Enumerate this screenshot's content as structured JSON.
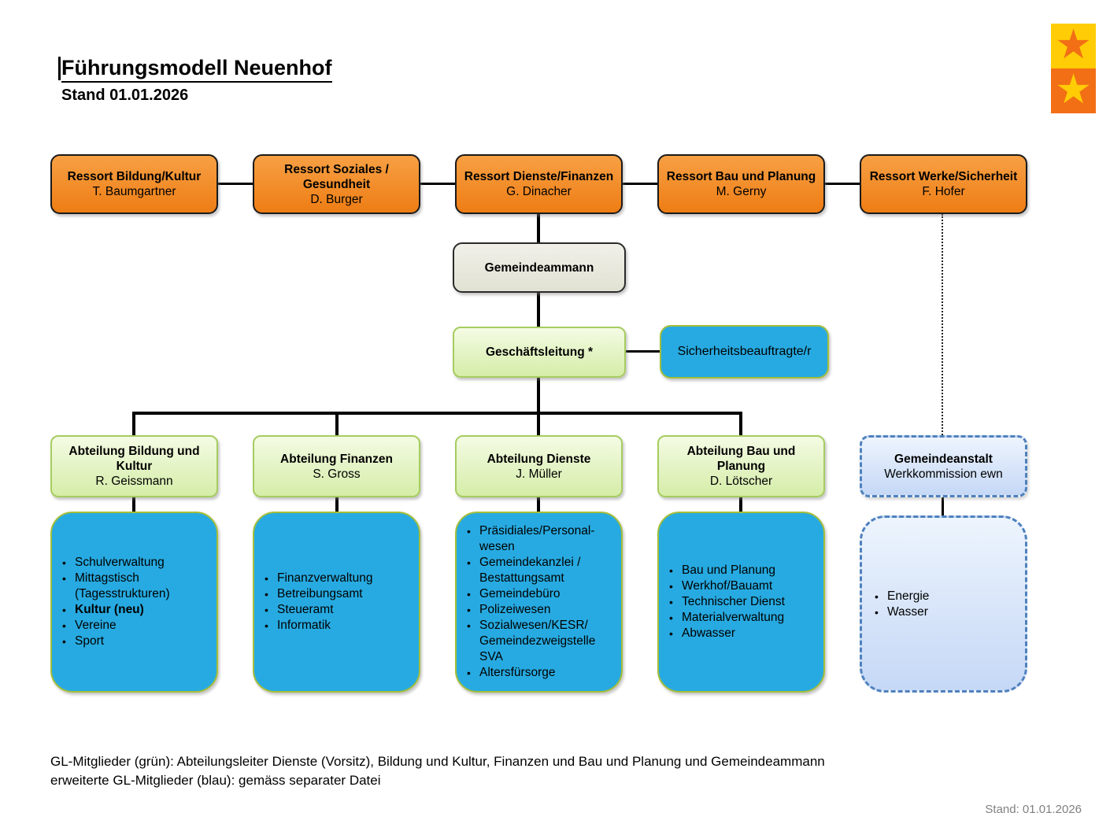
{
  "header": {
    "title": "Führungsmodell Neuenhof",
    "subtitle": "Stand 01.01.2026"
  },
  "logo": {
    "star_glyph": "★"
  },
  "ressorts": [
    {
      "title": "Ressort Bildung/Kultur",
      "person": "T. Baumgartner"
    },
    {
      "title": "Ressort Soziales / Gesundheit",
      "person": "D. Burger"
    },
    {
      "title": "Ressort Dienste/Finanzen",
      "person": "G. Dinacher"
    },
    {
      "title": "Ressort Bau und Planung",
      "person": "M. Gerny"
    },
    {
      "title": "Ressort Werke/Sicherheit",
      "person": "F. Hofer"
    }
  ],
  "gemeindeammann": {
    "title": "Gemeindeammann"
  },
  "geschaeftsleitung": {
    "title": "Geschäftsleitung *"
  },
  "sicherheitsbeauftragte": {
    "title": "Sicherheitsbeauftragte/r"
  },
  "abteilungen": [
    {
      "title": "Abteilung Bildung und Kultur",
      "person": "R. Geissmann",
      "items": [
        {
          "text": "Schulverwaltung"
        },
        {
          "text": "Mittagstisch (Tagesstrukturen)"
        },
        {
          "text": "Kultur (neu)",
          "bold": true
        },
        {
          "text": "Vereine"
        },
        {
          "text": "Sport"
        }
      ]
    },
    {
      "title": "Abteilung Finanzen",
      "person": "S. Gross",
      "items": [
        {
          "text": "Finanzverwaltung"
        },
        {
          "text": "Betreibungsamt"
        },
        {
          "text": "Steueramt"
        },
        {
          "text": "Informatik"
        }
      ]
    },
    {
      "title": "Abteilung Dienste",
      "person": "J. Müller",
      "items": [
        {
          "text": "Präsidiales/Personal-wesen"
        },
        {
          "text": "Gemeindekanzlei / Bestattungsamt"
        },
        {
          "text": "Gemeindebüro"
        },
        {
          "text": "Polizeiwesen"
        },
        {
          "text": "Sozialwesen/KESR/ Gemeindezweigstelle SVA"
        },
        {
          "text": "Altersfürsorge"
        }
      ]
    },
    {
      "title": "Abteilung Bau und Planung",
      "person": "D. Lötscher",
      "items": [
        {
          "text": "Bau und Planung"
        },
        {
          "text": "Werkhof/Bauamt"
        },
        {
          "text": "Technischer Dienst"
        },
        {
          "text": "Materialverwaltung"
        },
        {
          "text": "Abwasser"
        }
      ]
    }
  ],
  "gemeindeanstalt": {
    "title": "Gemeindeanstalt",
    "subtitle": "Werkkommission ewn",
    "items": [
      {
        "text": "Energie"
      },
      {
        "text": "Wasser"
      }
    ]
  },
  "footer": {
    "line1": "GL-Mitglieder (grün): Abteilungsleiter Dienste (Vorsitz), Bildung und Kultur, Finanzen und Bau und Planung und Gemeindeammann",
    "line2": "erweiterte GL-Mitglieder (blau): gemäss separater Datei",
    "stand": "Stand: 01.01.2026"
  },
  "colors": {
    "orange_top": "#F7A044",
    "orange_bottom": "#EE7D14",
    "green_top": "#F4FBE4",
    "green_bottom": "#D5EDA8",
    "green_border": "#A6CC60",
    "blue_fill": "#27AAE1",
    "blue_border": "#A5BE3A",
    "gray_top": "#F0F0E9",
    "gray_bottom": "#E1E1D3",
    "lightblue_top": "#EDF4FD",
    "lightblue_bottom": "#C5D8F6",
    "lightblue_border": "#4F81BD",
    "logo_yellow": "#FFCC05",
    "logo_orange": "#F26F16",
    "stand_gray": "#808080"
  }
}
